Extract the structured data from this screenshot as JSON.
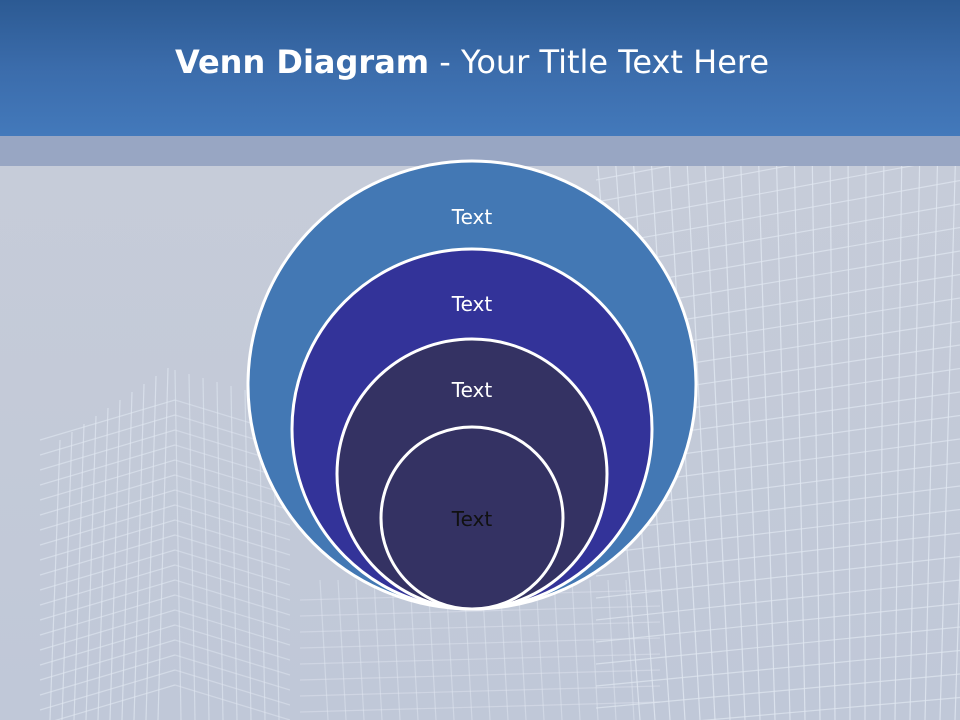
{
  "title": {
    "bold": "Venn Diagram",
    "rest": " - Your Title Text Here"
  },
  "colors": {
    "header": "#3b6cab",
    "band": "#98a6c3",
    "background": "#c4cad8",
    "ring1": "#4378b4",
    "ring2": "#333399",
    "ring3": "#343263",
    "ring4": "#343263",
    "stroke": "#ffffff"
  },
  "circles": [
    {
      "label": "Text",
      "color": "#4378b4",
      "text_color": "#ffffff"
    },
    {
      "label": "Text",
      "color": "#333399",
      "text_color": "#ffffff"
    },
    {
      "label": "Text",
      "color": "#343263",
      "text_color": "#ffffff"
    },
    {
      "label": "Text",
      "color": "#343263",
      "text_color": "#111111"
    }
  ]
}
